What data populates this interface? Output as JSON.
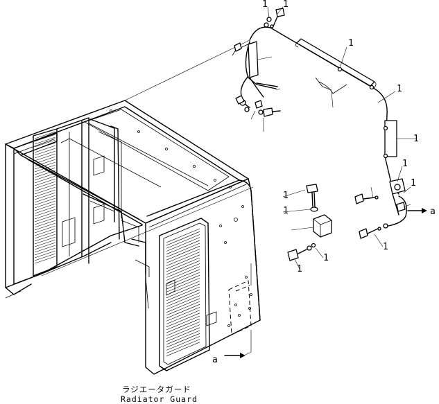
{
  "caption": {
    "jp": "ラジエータガード",
    "en": "Radiator Guard"
  },
  "refs": {
    "a_right": "a",
    "a_bottom": "a"
  }
}
